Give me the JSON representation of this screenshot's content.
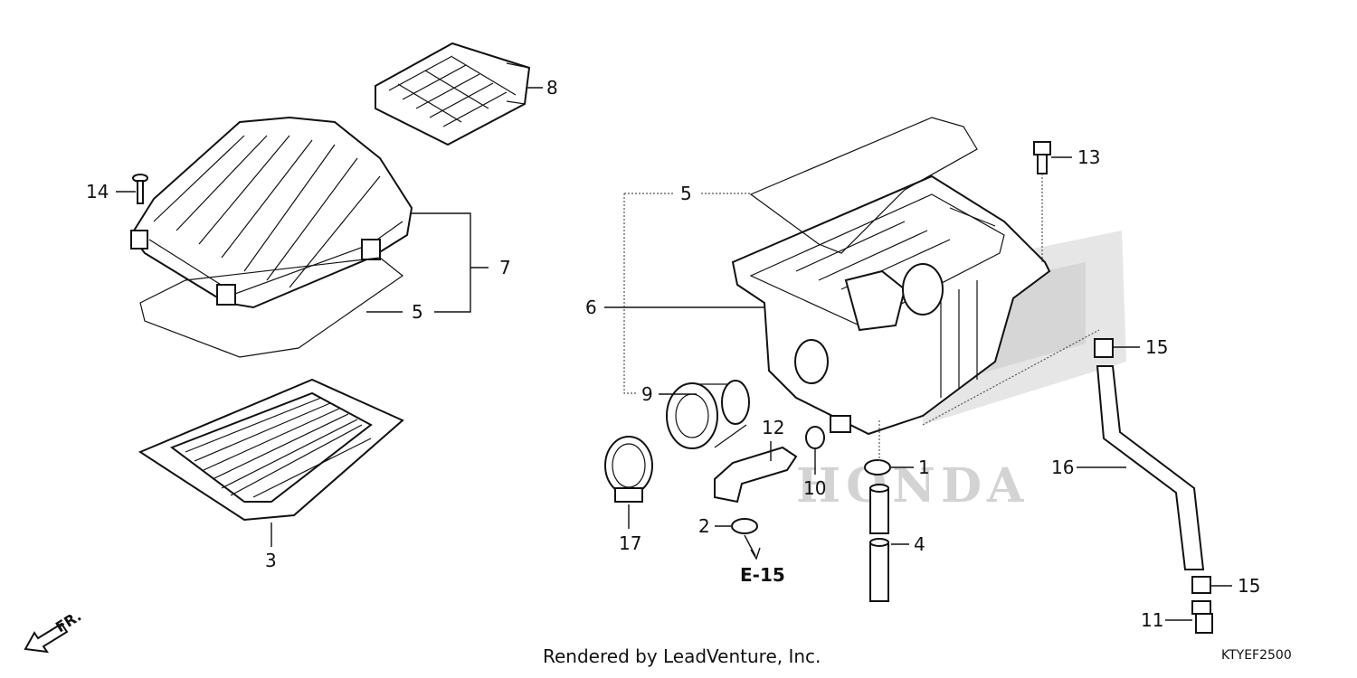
{
  "callouts": [
    {
      "id": "c1",
      "label": "1"
    },
    {
      "id": "c2",
      "label": "2"
    },
    {
      "id": "c3",
      "label": "3"
    },
    {
      "id": "c4",
      "label": "4"
    },
    {
      "id": "c5a",
      "label": "5"
    },
    {
      "id": "c5b",
      "label": "5"
    },
    {
      "id": "c6",
      "label": "6"
    },
    {
      "id": "c7",
      "label": "7"
    },
    {
      "id": "c8",
      "label": "8"
    },
    {
      "id": "c9",
      "label": "9"
    },
    {
      "id": "c10",
      "label": "10"
    },
    {
      "id": "c11",
      "label": "11"
    },
    {
      "id": "c12",
      "label": "12"
    },
    {
      "id": "c13",
      "label": "13"
    },
    {
      "id": "c14",
      "label": "14"
    },
    {
      "id": "c15a",
      "label": "15"
    },
    {
      "id": "c15b",
      "label": "15"
    },
    {
      "id": "c16",
      "label": "16"
    },
    {
      "id": "c17",
      "label": "17"
    }
  ],
  "reference": "E-15",
  "direction": "FR.",
  "footer": {
    "credit": "Rendered by LeadVenture, Inc.",
    "code": "KTYEF2500"
  },
  "watermark": "HONDA"
}
